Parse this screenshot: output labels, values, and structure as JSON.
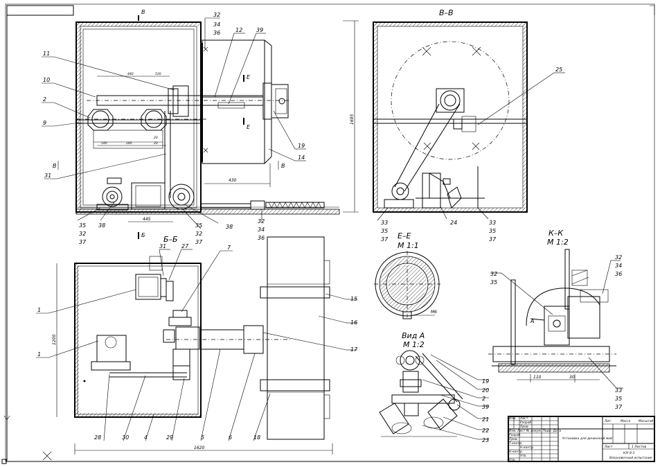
{
  "sections": {
    "v_v": "В–В",
    "b_b": "Б–Б",
    "e_e": "Е–Е",
    "e_e_scale": "М 1:1",
    "vid_a": "Вид А",
    "vid_a_scale": "М 1:2",
    "k_k": "К–К",
    "k_k_scale": "М 1:2"
  },
  "section_marks": {
    "v_top": "В",
    "e_top": "Е",
    "e_bottom": "Е",
    "v_left": "В",
    "v_right": "В",
    "b_bottom": "Б",
    "a_arrow": "А"
  },
  "dimensions": {
    "d_1695": "1695",
    "d_430": "430",
    "d_445": "445",
    "d_1200": "1200",
    "d_1620": "1620",
    "d_110": "110",
    "d_30": "30",
    "d_m6": "М6",
    "d_440": "440",
    "d_520": "520",
    "d_140": "140",
    "d_240": "240",
    "d_20a": "20",
    "d_20b": "20"
  },
  "callouts": {
    "c32_main": "32",
    "c34_main": "34",
    "c36_main": "36",
    "c12": "12",
    "c39": "39",
    "c11": "11",
    "c10": "10",
    "c2": "2",
    "c9": "9",
    "c19": "19",
    "c14": "14",
    "c31": "31",
    "c35_l": "35",
    "c38_l": "38",
    "c32_l": "32",
    "c37_l": "37",
    "c35_m": "35",
    "c32_m": "32",
    "c37_m": "37",
    "c38_m": "38",
    "c32_r": "32",
    "c34_r": "34",
    "c36_r": "36",
    "c25": "25",
    "c33_vl": "33",
    "c35_vl": "35",
    "c37_vl": "37",
    "c24": "24",
    "c33_vr": "33",
    "c35_vr": "35",
    "c37_vr": "37",
    "c31_b": "31",
    "c27": "27",
    "c7": "7",
    "c1_a": "1",
    "c1_b": "1",
    "c28": "28",
    "c30": "30",
    "c4": "4",
    "c29": "29",
    "c5": "5",
    "c6": "6",
    "c18": "18",
    "c15": "15",
    "c16": "16",
    "c17": "17",
    "c32_k": "32",
    "c35_k": "35",
    "c19_a": "19",
    "c20": "20",
    "c2_a": "2",
    "c39_a": "39",
    "c21": "21",
    "c22": "22",
    "c23": "23",
    "c32_kk": "32",
    "c34_kk": "34",
    "c36_kk": "36",
    "c33_kk": "33",
    "c35_kk": "35",
    "c37_kk": "37"
  },
  "title_block": {
    "doc_title": "Установка для дичинской мой",
    "org": "ЮУ 8-3",
    "group": "Вязановочный испытание",
    "sheet_label": "Лист",
    "sheets_label": "1 Листов",
    "col_lit": "Лит.",
    "col_mass": "Масса",
    "col_scale": "Масштаб",
    "rows": [
      "Изм. Лист № докум. Подп. Дата",
      "Разраб.",
      "Пров.",
      "Т.контр.",
      "Н.контр.",
      "Утв."
    ],
    "roles": [
      "Изм.",
      "Лист",
      "Разраб.",
      "Пров.",
      "Н.контр.",
      "Утв."
    ]
  }
}
